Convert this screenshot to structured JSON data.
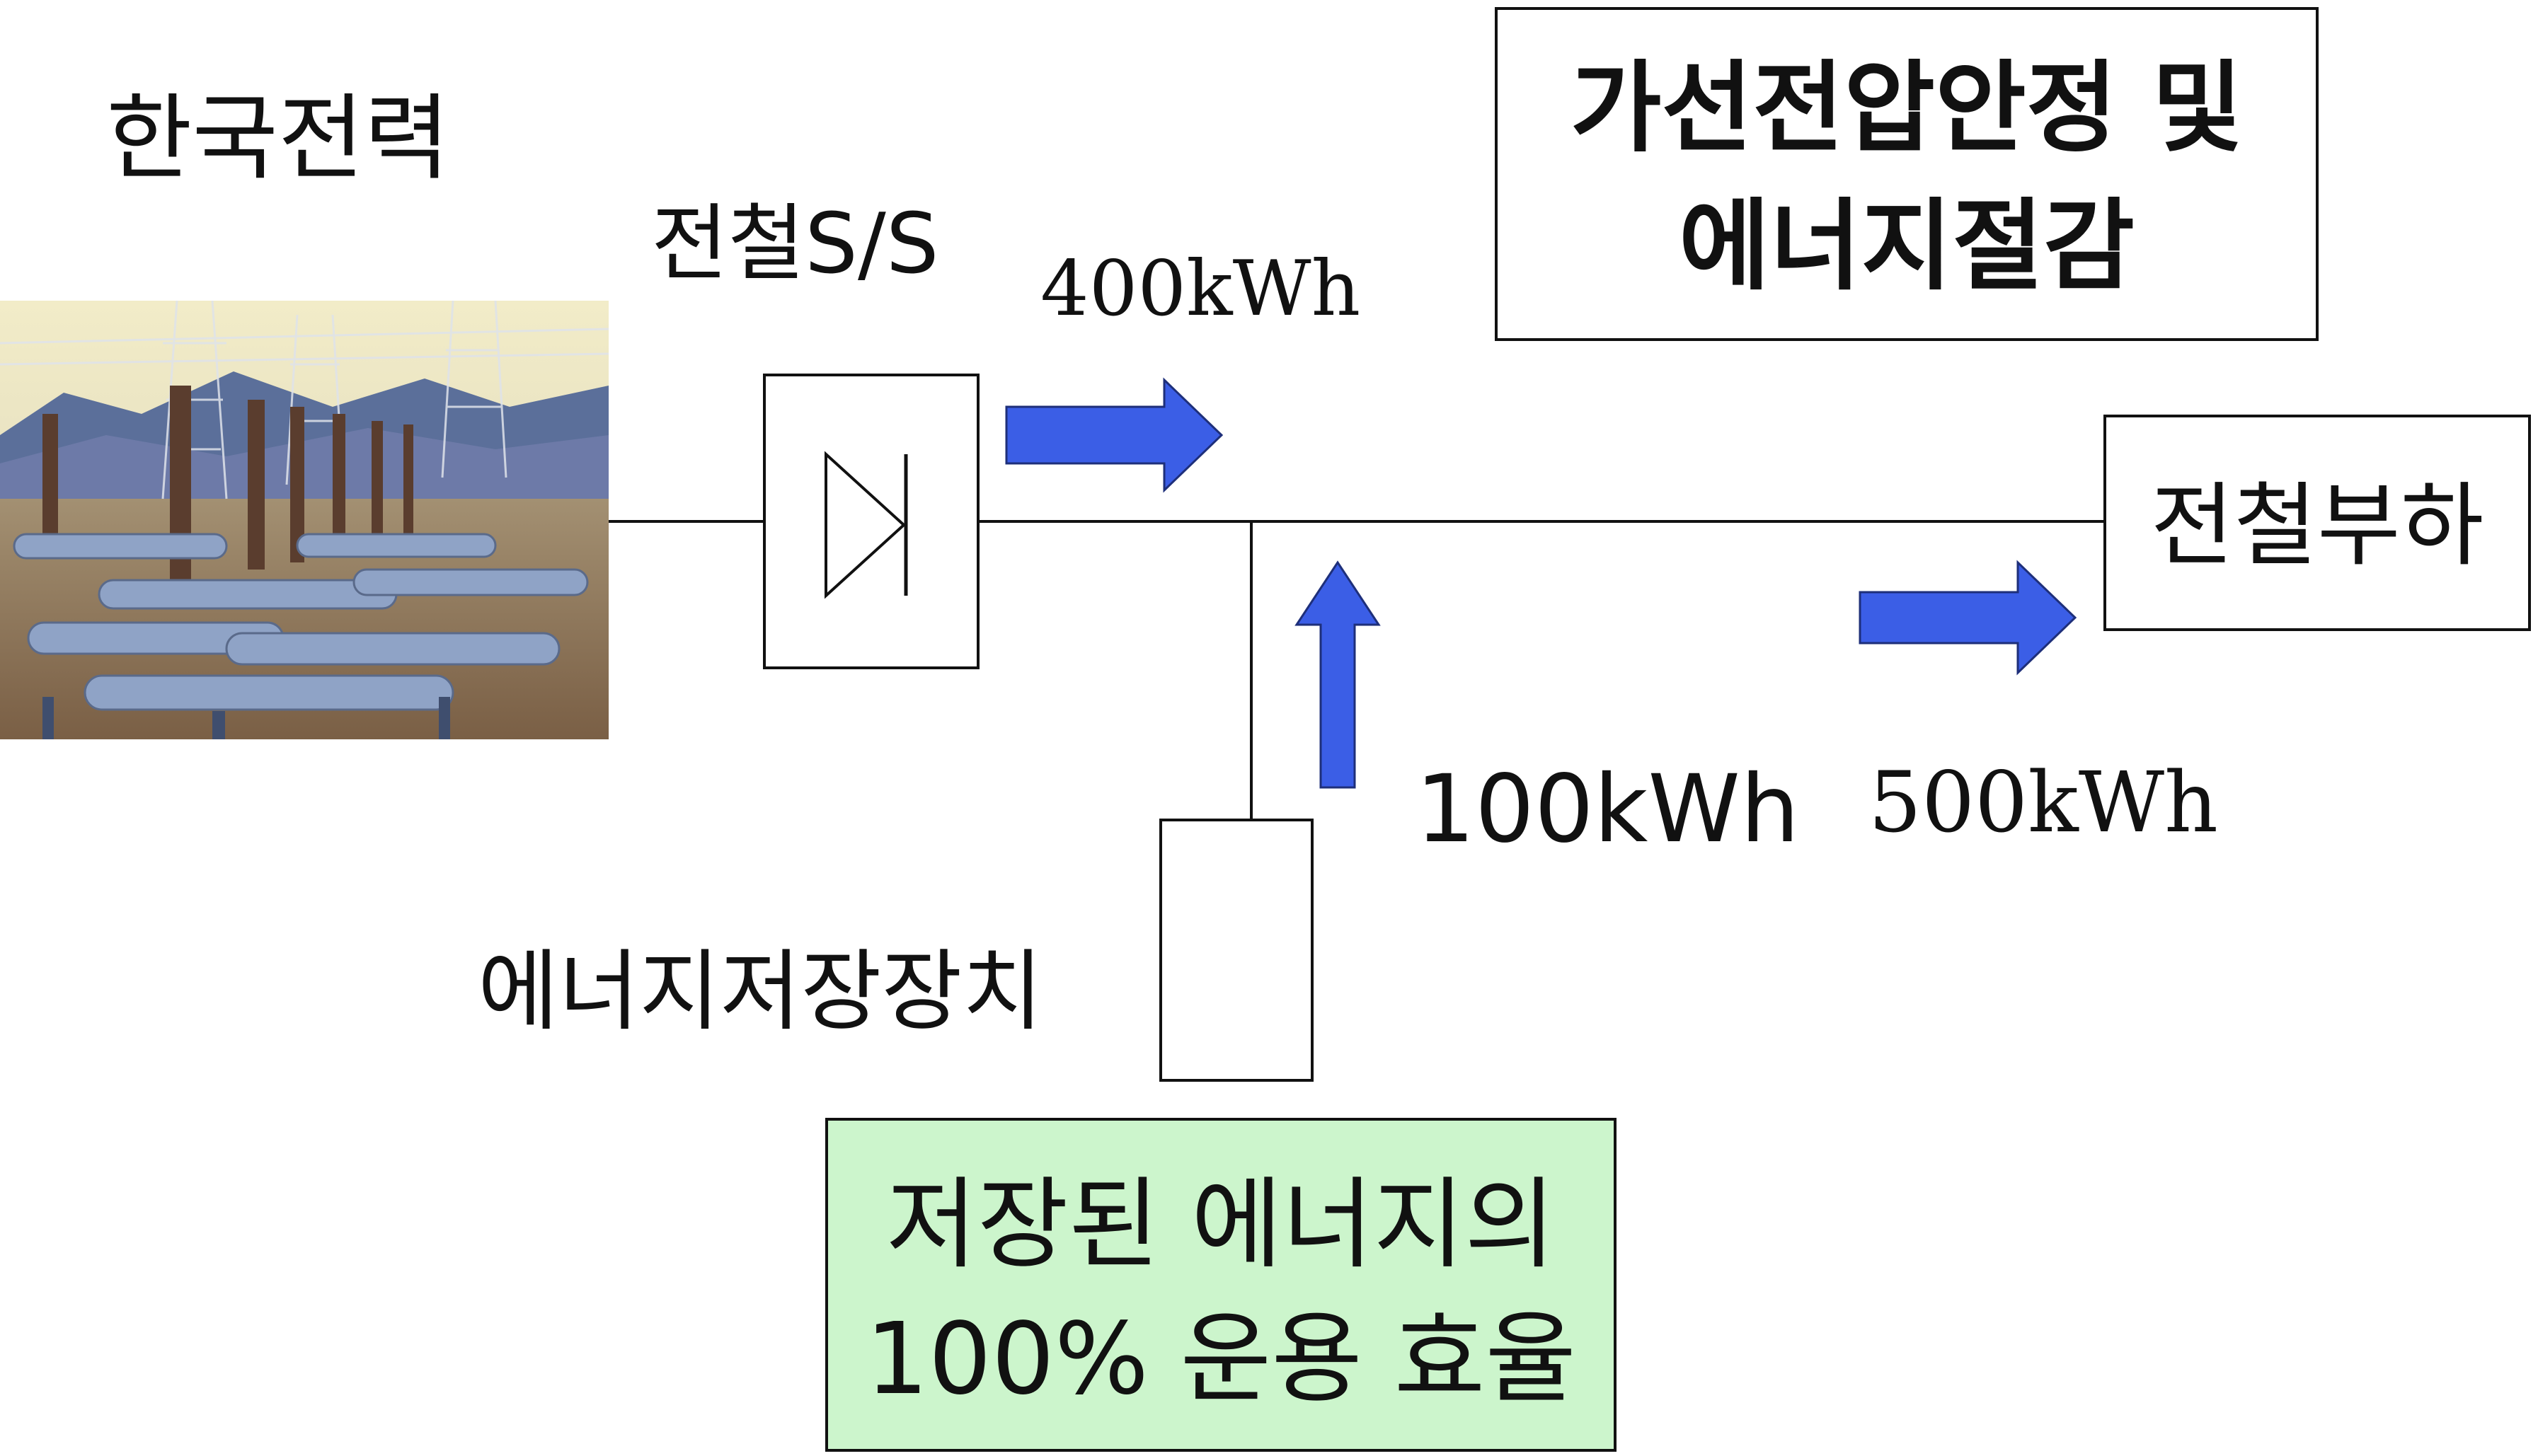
{
  "labels": {
    "kepco": "한국전력",
    "substation": "전철S/S",
    "load": "전철부하",
    "storage": "에너지저장장치"
  },
  "flows": {
    "supply": "400kWh",
    "storage_discharge": "100kWh",
    "load_total": "500kWh"
  },
  "benefit_box": {
    "line1": "가선전압안정 및",
    "line2": "에너지절감"
  },
  "efficiency_box": {
    "line1": "저장된 에너지의",
    "line2": "100% 운용 효율"
  },
  "colors": {
    "arrow": "#3b5ee6",
    "efficiency_box_bg": "#ccf5cc",
    "line": "#111111"
  },
  "icons": {
    "substation_photo": "power-substation-photo",
    "diode_symbol": "diode-icon"
  }
}
